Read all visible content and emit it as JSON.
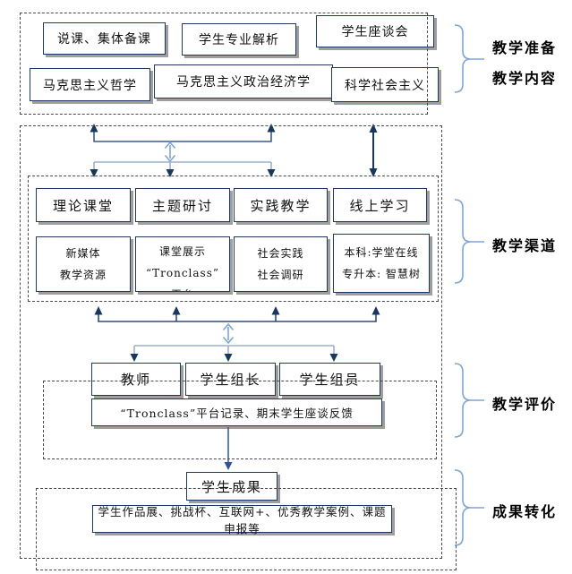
{
  "diagram": {
    "preparation": {
      "boxes_row1": [
        "说课、集体备课",
        "学生专业解析",
        "学生座谈会"
      ],
      "boxes_row2": [
        "马克思主义哲学",
        "马克思主义政治经济学",
        "科学社会主义"
      ],
      "side_labels": [
        "教学准备",
        "教学内容"
      ]
    },
    "channels": {
      "headers": [
        "理论课堂",
        "主题研讨",
        "实践教学",
        "线上学习"
      ],
      "details": [
        [
          "新媒体",
          "教学资源"
        ],
        [
          "课堂展示",
          "“Tronclass”",
          "平台"
        ],
        [
          "社会实践",
          "社会调研"
        ],
        [
          "本科:学堂在线",
          "专升本: 智慧树"
        ]
      ],
      "side_label": "教学渠道"
    },
    "evaluation": {
      "roles": [
        "教师",
        "学生组长",
        "学生组员"
      ],
      "record": "“Tronclass”平台记录、期末学生座谈反馈",
      "side_label": "教学评价"
    },
    "transformation": {
      "result": "学生成果",
      "detail": "学生作品展、挑战杯、互联网+、优秀教学案例、课题申报等",
      "side_label": "成果转化"
    },
    "colors": {
      "box_border": "#1F3864",
      "arrow_dark": "#17375E",
      "connector_line": "#3D5A8A",
      "connector_line_light": "#9DB0CC",
      "accent_light_blue": "#7CA5DC",
      "shadow": "#9E9E9E"
    }
  }
}
